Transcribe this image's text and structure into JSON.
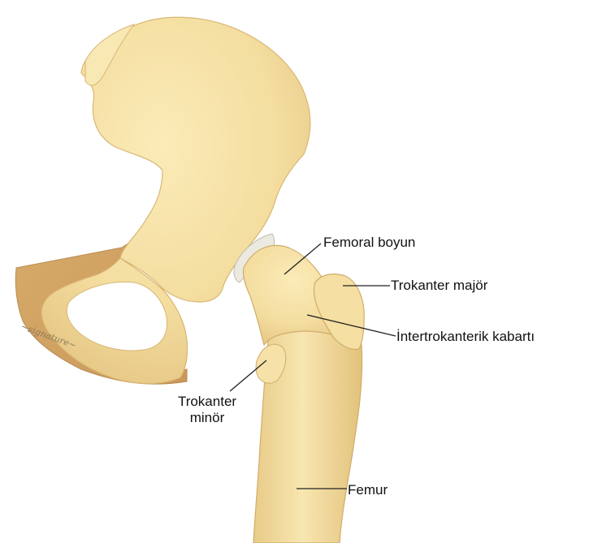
{
  "labels": {
    "femoral_neck": "Femoral boyun",
    "greater_trochanter": "Trokanter majör",
    "intertrochanteric": "İntertrokanterik kabartı",
    "lesser_trochanter_line1": "Trokanter",
    "lesser_trochanter_line2": "minör",
    "femur": "Femur"
  },
  "colors": {
    "bone": "#f4dea0",
    "bone_shadow": "#e3c47e",
    "inner_pelvis": "#d6aa66",
    "cartilage": "#e8e8e0",
    "leader_line": "#222222"
  }
}
